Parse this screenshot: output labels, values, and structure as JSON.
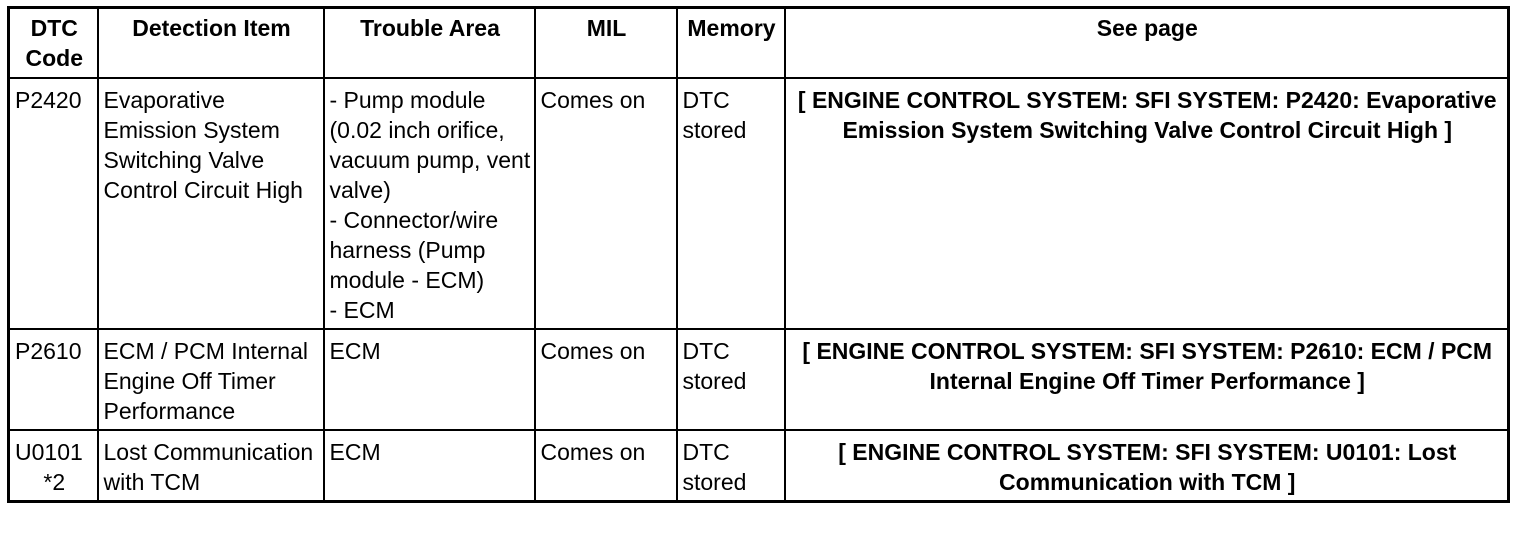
{
  "headers": {
    "code": [
      "DTC",
      "Code"
    ],
    "detection": "Detection Item",
    "trouble": "Trouble Area",
    "mil": "MIL",
    "memory": "Memory",
    "see": "See page"
  },
  "rows": [
    {
      "code": "P2420",
      "code_note": "",
      "detection": "Evaporative Emission System Switching Valve Control Circuit High",
      "trouble": [
        "- Pump module (0.02 inch orifice, vacuum pump, vent valve)",
        "- Connector/wire harness (Pump module - ECM)",
        "- ECM"
      ],
      "mil": "Comes on",
      "memory": "DTC stored",
      "see": "[ ENGINE CONTROL SYSTEM: SFI SYSTEM: P2420: Evaporative Emission System Switching Valve Control Circuit High ]"
    },
    {
      "code": "P2610",
      "code_note": "",
      "detection": "ECM / PCM Internal Engine Off Timer Performance",
      "trouble": [
        "ECM"
      ],
      "mil": "Comes on",
      "memory": "DTC stored",
      "see": "[ ENGINE CONTROL SYSTEM: SFI SYSTEM: P2610: ECM / PCM Internal Engine Off Timer Performance ]"
    },
    {
      "code": "U0101",
      "code_note": "*2",
      "detection": "Lost Communication with TCM",
      "trouble": [
        "ECM"
      ],
      "mil": "Comes on",
      "memory": "DTC stored",
      "see": "[ ENGINE CONTROL SYSTEM: SFI SYSTEM: U0101: Lost Communication with TCM ]"
    }
  ]
}
